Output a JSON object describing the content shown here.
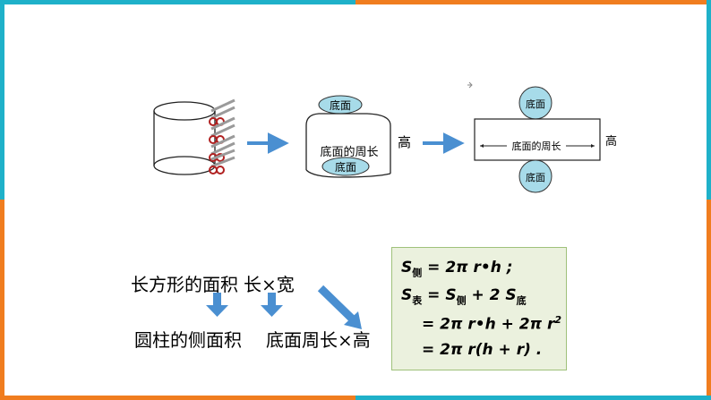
{
  "labels": {
    "base_top": "底面",
    "base_bottom": "底面",
    "base_circumference": "底面的周长",
    "height": "高",
    "net_base_top": "底面",
    "net_base_bottom": "底面",
    "net_circumference": "底面的周长",
    "net_height": "高"
  },
  "derivation": {
    "rect_area": "长方形的面积",
    "rect_formula": "长×宽",
    "lateral_area": "圆柱的侧面积",
    "lateral_formula": "底面周长×高"
  },
  "formulas": {
    "line1_s": "S",
    "line1_sub": "侧",
    "line1_rest": " = 2π r•h ;",
    "line2_s": "S",
    "line2_sub": "表",
    "line2_eq": " = S",
    "line2_sub2": "侧",
    "line2_plus": " + 2 S",
    "line2_sub3": "底",
    "line3_rest": "= 2π r•h + 2π r",
    "line3_sup": "2",
    "line4_rest": "= 2π r(h + r) ."
  },
  "colors": {
    "teal": "#1fb1c9",
    "orange": "#f07d1f",
    "arrow_blue": "#4a8fd1",
    "ellipse_fill": "#a7dbe9",
    "formula_bg": "#ebf1de"
  }
}
